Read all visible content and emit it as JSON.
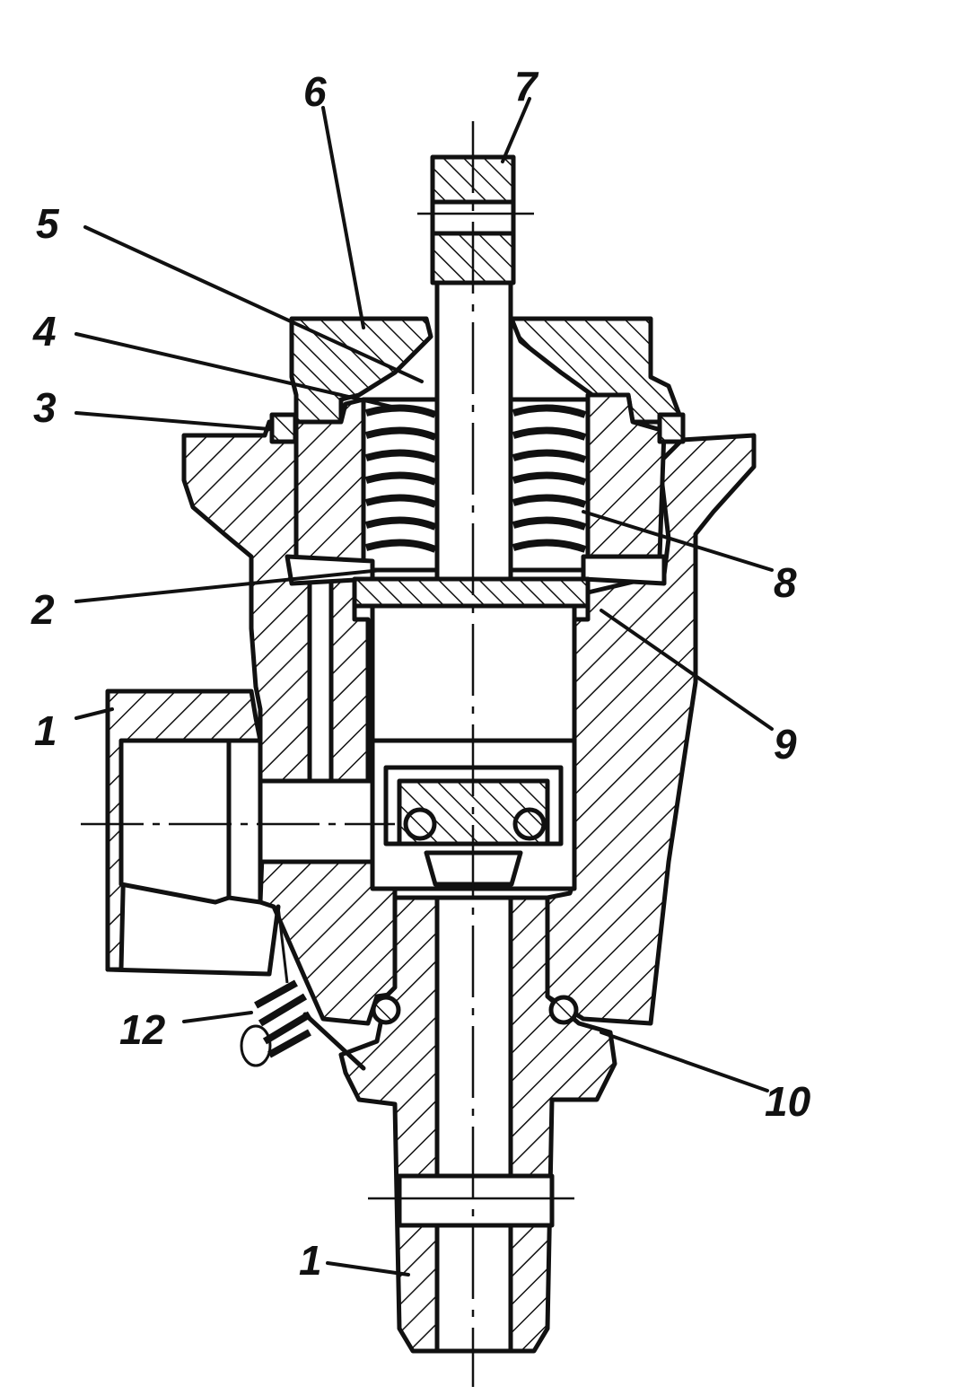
{
  "labels": {
    "l1_top": "1",
    "l1_bottom": "1",
    "l2": "2",
    "l3": "3",
    "l4": "4",
    "l5": "5",
    "l6": "6",
    "l7": "7",
    "l8": "8",
    "l9": "9",
    "l10": "10",
    "l12": "12"
  },
  "colors": {
    "ink": "#111111",
    "paper": "#ffffff"
  }
}
